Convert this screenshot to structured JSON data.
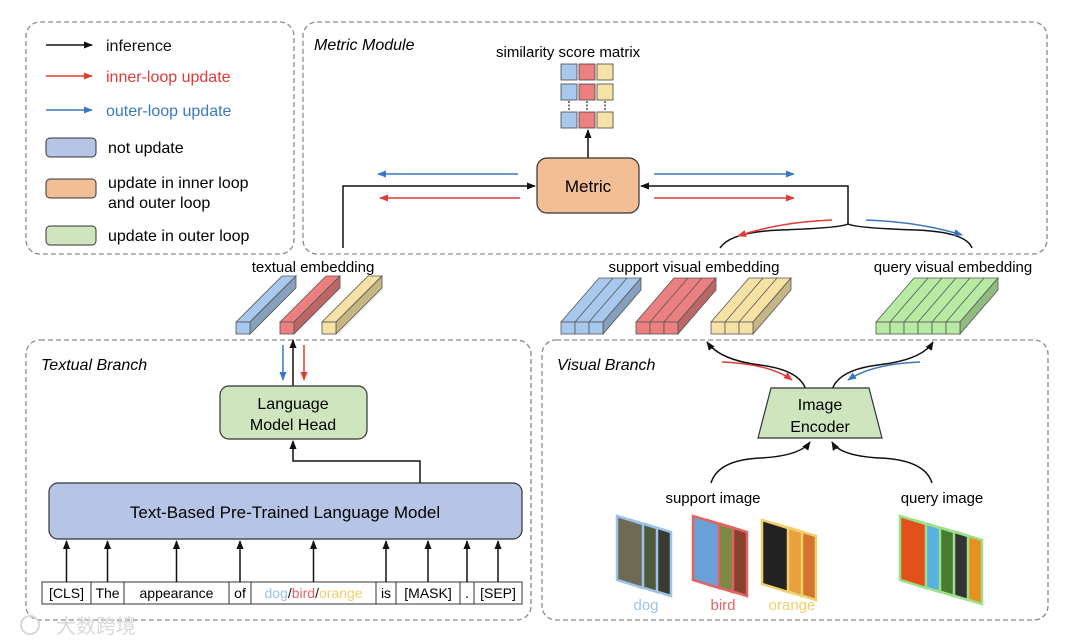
{
  "legend": {
    "items": [
      {
        "kind": "arrow",
        "label": "inference",
        "color": "#111111"
      },
      {
        "kind": "arrow",
        "label": "inner-loop update",
        "color": "#e03b35"
      },
      {
        "kind": "arrow",
        "label": "outer-loop update",
        "color": "#3a78c2"
      },
      {
        "kind": "swatch",
        "label": "not update",
        "color": "#b6c5e6"
      },
      {
        "kind": "swatch",
        "label_line1": "update in inner loop",
        "label_line2": "and outer loop",
        "color": "#f2be95"
      },
      {
        "kind": "swatch",
        "label": "update in outer loop",
        "color": "#cfe5bd"
      }
    ]
  },
  "metric_module": {
    "title": "Metric Module",
    "matrix_label": "similarity score matrix",
    "metric_label": "Metric"
  },
  "embeddings": {
    "textual": "textual embedding",
    "support_visual": "support visual embedding",
    "query_visual": "query visual embedding"
  },
  "textual_branch": {
    "title": "Textual Branch",
    "lm_head_line1": "Language",
    "lm_head_line2": "Model Head",
    "plm_label": "Text-Based Pre-Trained Language Model",
    "tokens": [
      "[CLS]",
      "The",
      "appearance",
      "of",
      "dog/bird/orange",
      "is",
      "[MASK]",
      ".",
      "[SEP]"
    ],
    "class_words": [
      {
        "text": "dog",
        "color": "#9cc3ea"
      },
      {
        "text": "bird",
        "color": "#e06464"
      },
      {
        "text": "orange",
        "color": "#f2cf6a"
      }
    ]
  },
  "visual_branch": {
    "title": "Visual Branch",
    "encoder_line1": "Image",
    "encoder_line2": "Encoder",
    "support_image_label": "support image",
    "query_image_label": "query image",
    "support_classes": [
      {
        "label": "dog",
        "color": "#9cc3ea"
      },
      {
        "label": "bird",
        "color": "#e06464"
      },
      {
        "label": "orange",
        "color": "#f2cf6a"
      }
    ]
  },
  "colors": {
    "blue": "#a9c8ee",
    "red": "#ec8080",
    "yellow": "#f7e2a6",
    "green": "#b7eaa2",
    "metric_fill": "#f2be95",
    "plm_fill": "#b6c5e6",
    "head_fill": "#cfe5bd",
    "inner": "#e03b35",
    "outer": "#3a78c2"
  },
  "watermark": "大数跨境"
}
